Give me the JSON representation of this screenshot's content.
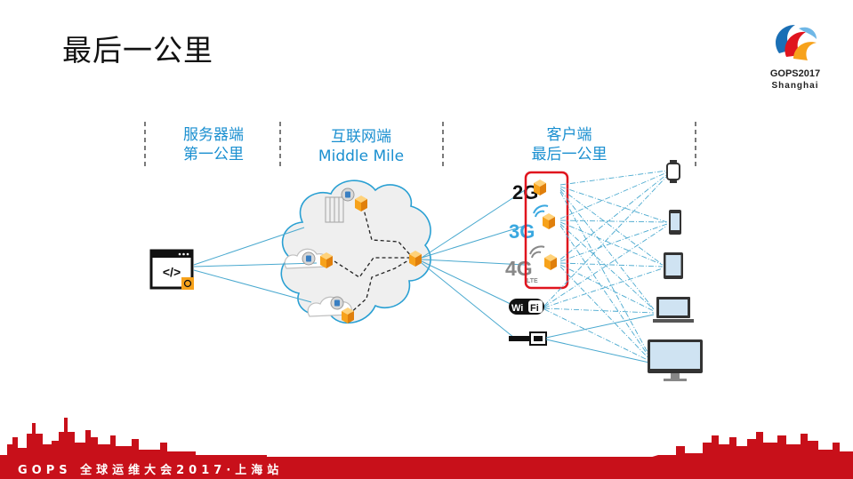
{
  "slide": {
    "title": "最后一公里"
  },
  "columns": {
    "server": [
      "服务器端",
      "第一公里"
    ],
    "internet": [
      "互联网端",
      "Middle Mile"
    ],
    "client": [
      "客户端",
      "最后一公里"
    ]
  },
  "networks": {
    "g2": "2G",
    "g3": "3G",
    "g4": "4G",
    "lte": "LTE",
    "wifi_a": "Wi",
    "wifi_b": "Fi"
  },
  "logo": {
    "brand": "GOPS2017",
    "city": "Shanghai"
  },
  "footer": {
    "text": "GOPS 全球运维大会2017·上海站"
  },
  "colors": {
    "accent_blue": "#1a8fd0",
    "link_line": "#4aa9cf",
    "highlight_red": "#e0141e",
    "node_orange": "#f7a21b",
    "footer_red": "#c8101a"
  },
  "icons": {
    "server_node": "code-window-icon",
    "cdn_node": "orange-cube-icon",
    "devices": [
      "smartwatch-icon",
      "smartphone-icon",
      "tablet-icon",
      "laptop-icon",
      "desktop-monitor-icon"
    ]
  }
}
